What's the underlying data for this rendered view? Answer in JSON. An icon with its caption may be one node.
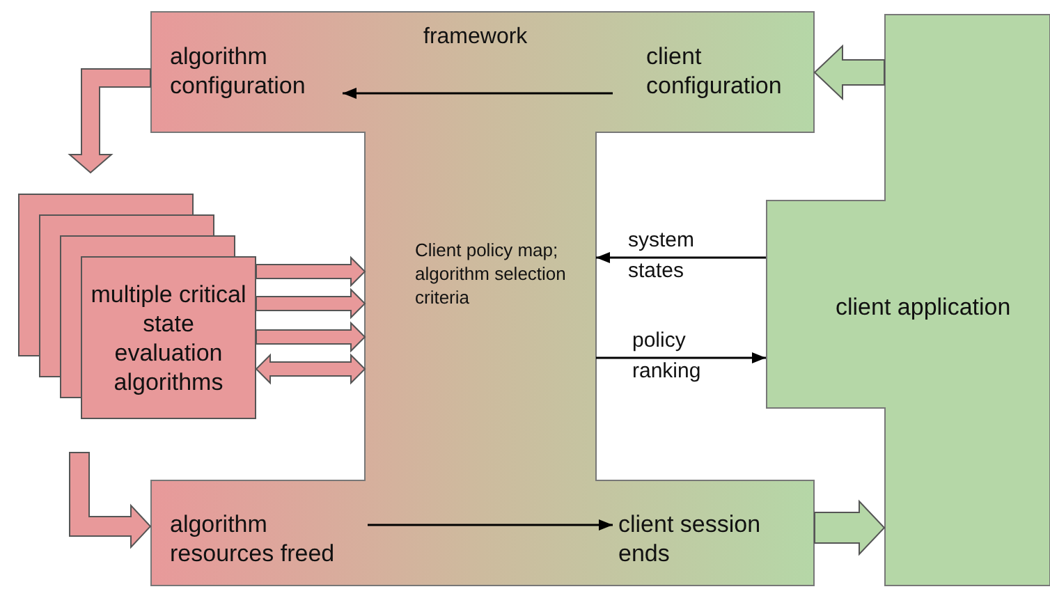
{
  "diagram": {
    "nodes": [
      {
        "text": [
          "framework",
          "Client policy map; algorithm selection criteria"
        ]
      },
      {
        "text": [
          "algorithm configuration"
        ],
        "in": 0
      },
      {
        "text": [
          "client configuration"
        ],
        "in": 0
      },
      {
        "text": [
          "algorithm resources freed"
        ],
        "in": 0
      },
      {
        "text": [
          "client session ends"
        ],
        "in": 0
      },
      {
        "text": [
          "multiple critical state evaluation algorithms"
        ]
      },
      {
        "text": [
          "client application"
        ]
      }
    ],
    "edges": [
      {
        "from": 2,
        "to": 1,
        "arrow": "to"
      },
      {
        "from": 1,
        "to": 5,
        "arrow": "to",
        "style": "thick",
        "color": "#e8999a"
      },
      {
        "from": 5,
        "to": 0,
        "arrow": "to",
        "style": "thick",
        "color": "#e8999a"
      },
      {
        "from": 5,
        "to": 0,
        "arrow": "to",
        "style": "thick",
        "color": "#e8999a"
      },
      {
        "from": 5,
        "to": 0,
        "arrow": "to",
        "style": "thick",
        "color": "#e8999a"
      },
      {
        "from": 5,
        "to": 0,
        "arrow": "both",
        "style": "thick",
        "color": "#e8999a"
      },
      {
        "from": 6,
        "to": 2,
        "arrow": "to",
        "style": "thick",
        "color": "#b5d7a7"
      },
      {
        "from": 6,
        "to": 0,
        "arrow": "to",
        "label": "system states"
      },
      {
        "from": 0,
        "to": 6,
        "arrow": "to",
        "label": "policy ranking"
      },
      {
        "from": 5,
        "to": 3,
        "arrow": "to",
        "style": "thick",
        "color": "#e8999a"
      },
      {
        "from": 3,
        "to": 4,
        "arrow": "to"
      },
      {
        "from": 4,
        "to": 6,
        "arrow": "to",
        "style": "thick",
        "color": "#b5d7a7"
      }
    ]
  }
}
